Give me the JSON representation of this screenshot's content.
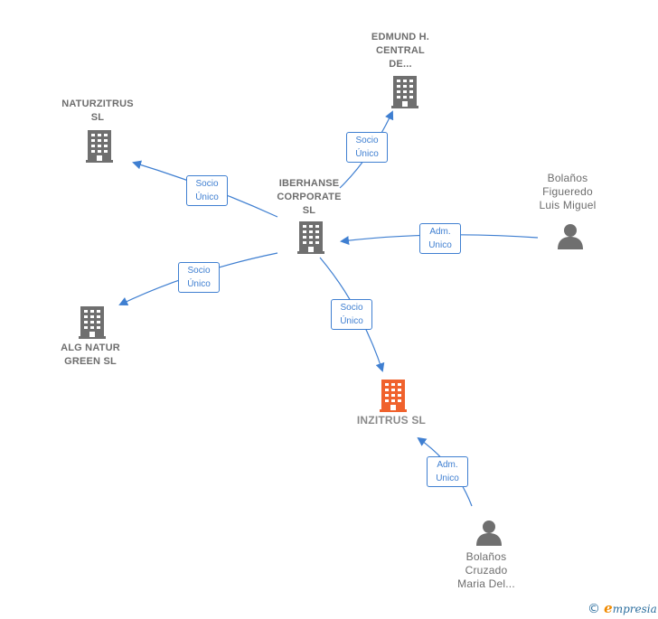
{
  "colors": {
    "accent": "#3f7fd1",
    "node_gray": "#6f6f6f",
    "node_main": "#f0622d"
  },
  "nodes": {
    "edmund": {
      "label": "EDMUND H.\nCENTRAL\nDE...",
      "icon": "building-icon"
    },
    "naturzitrus": {
      "label": "NATURZITRUS\nSL",
      "icon": "building-icon"
    },
    "iberhanse": {
      "label": "IBERHANSE\nCORPORATE\nSL",
      "icon": "building-icon"
    },
    "bolanos_figueredo": {
      "label": "Bolaños\nFigueredo\nLuis Miguel",
      "icon": "person-icon"
    },
    "alg_natur": {
      "label": "ALG NATUR\nGREEN  SL",
      "icon": "building-icon"
    },
    "inzitrus": {
      "label": "INZITRUS  SL",
      "icon": "building-icon"
    },
    "bolanos_cruzado": {
      "label": "Bolaños\nCruzado\nMaria Del...",
      "icon": "person-icon"
    }
  },
  "edges": {
    "e1": {
      "label": "Socio\nÚnico"
    },
    "e2": {
      "label": "Socio\nÚnico"
    },
    "e3": {
      "label": "Adm.\nUnico"
    },
    "e4": {
      "label": "Socio\nÚnico"
    },
    "e5": {
      "label": "Socio\nÚnico"
    },
    "e6": {
      "label": "Adm.\nUnico"
    }
  },
  "footer": {
    "copyright": "©",
    "brand_initial": "e",
    "brand_rest": "mpresia"
  }
}
